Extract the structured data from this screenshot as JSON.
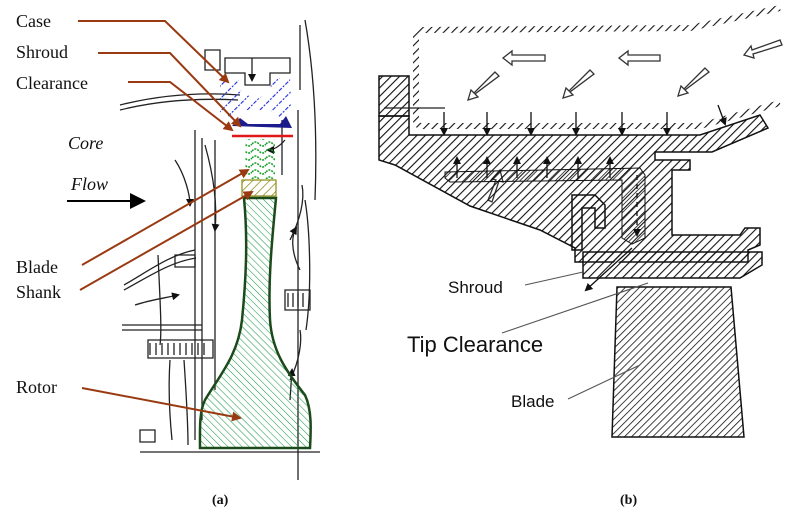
{
  "panel_a": {
    "caption": "(a)",
    "labels": {
      "case": "Case",
      "shroud": "Shroud",
      "clearance": "Clearance",
      "core": "Core",
      "flow": "Flow",
      "blade": "Blade",
      "shank": "Shank",
      "rotor": "Rotor"
    },
    "colors": {
      "leader": "#9a3a12",
      "case_hatch": "#1f2fd6",
      "shroud_fill": "#1c1c8c",
      "clearance_line": "#e01818",
      "blade_hatch": "#1aa02a",
      "shank_hatch": "#8c8a10",
      "rotor_hatch": "#1f9a4a",
      "rotor_outline": "#1b4a1b"
    }
  },
  "panel_b": {
    "caption": "(b)",
    "labels": {
      "shroud": "Shroud",
      "tip_clearance": "Tip Clearance",
      "blade": "Blade"
    }
  }
}
